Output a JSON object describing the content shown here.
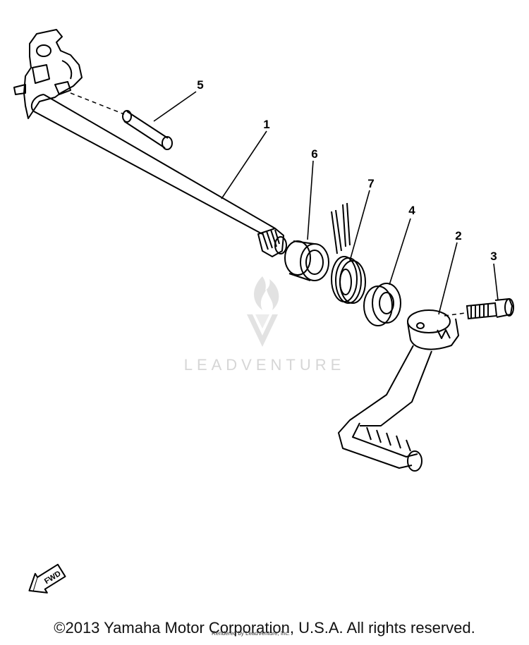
{
  "callouts": {
    "shaft": "1",
    "pedal": "2",
    "bolt": "3",
    "collar": "4",
    "pin": "5",
    "seal": "6",
    "spring": "7"
  },
  "direction_label": "FWD",
  "watermark": {
    "text": "LEADVENTURE"
  },
  "footer": {
    "copyright": "©2013 Yamaha Motor Corporation, U.S.A. All rights reserved.",
    "rendered_by": "Rendered by LeadVenture, Inc."
  }
}
